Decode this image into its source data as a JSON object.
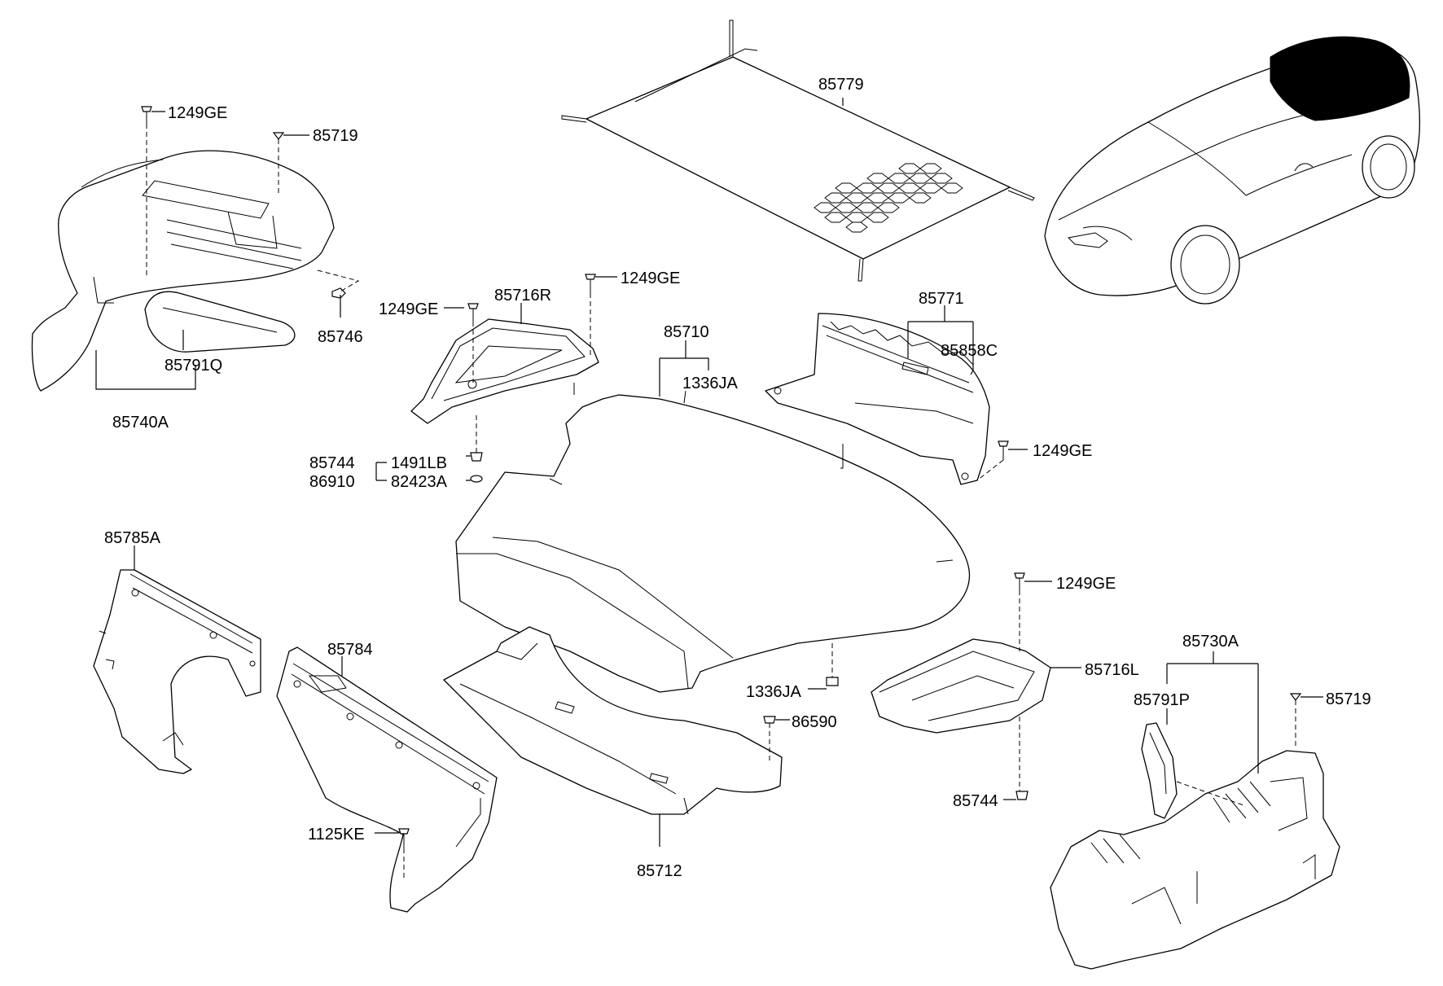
{
  "labels": {
    "l_1249ge_a": "1249GE",
    "l_85719_a": "85719",
    "l_85746": "85746",
    "l_85791q": "85791Q",
    "l_85740a": "85740A",
    "l_85779": "85779",
    "l_1249ge_b": "1249GE",
    "l_1249ge_c": "1249GE",
    "l_85716r": "85716R",
    "l_85710": "85710",
    "l_1336ja_a": "1336JA",
    "l_85744_a": "85744",
    "l_86910": "86910",
    "l_1491lb": "1491LB",
    "l_82423a": "82423A",
    "l_85771": "85771",
    "l_85858c": "85858C",
    "l_1249ge_d": "1249GE",
    "l_85785a": "85785A",
    "l_85784": "85784",
    "l_1125ke": "1125KE",
    "l_85712": "85712",
    "l_1336ja_b": "1336JA",
    "l_86590": "86590",
    "l_1249ge_e": "1249GE",
    "l_85716l": "85716L",
    "l_85744_b": "85744",
    "l_85730a": "85730A",
    "l_85791p": "85791P",
    "l_85719_b": "85719"
  }
}
